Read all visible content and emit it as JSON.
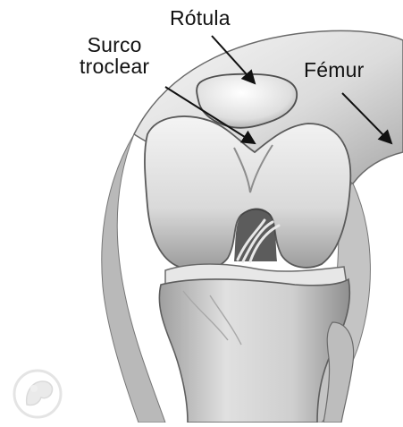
{
  "labels": {
    "rotula": "Rótula",
    "surco_line1": "Surco",
    "surco_line2": "troclear",
    "femur": "Fémur"
  },
  "colors": {
    "background": "#ffffff",
    "bone_light": "#f2f2f2",
    "bone_mid": "#cfcfcf",
    "bone_dark": "#8c8c8c",
    "outline": "#5a5a5a",
    "text": "#111111",
    "arrow": "#111111",
    "watermark": "#d6d6d6"
  },
  "icons": [
    "watermark-logo-icon"
  ]
}
